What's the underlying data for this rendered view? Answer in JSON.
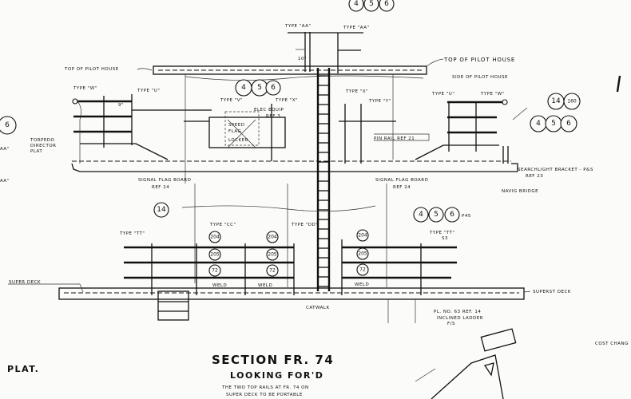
{
  "drawing": {
    "title": "SECTION FR. 74",
    "subtitle": "LOOKING FOR'D",
    "note_line1": "THE TWO TOP RAILS AT FR. 74 ON",
    "note_line2": "SUPER DECK TO BE PORTABLE",
    "plat_label": "PLAT.",
    "cost_label": "COST CHANG",
    "ref_circles": {
      "top": [
        "4",
        "5",
        "6"
      ],
      "pilot": [
        "4",
        "5",
        "6"
      ],
      "right_a": [
        "14",
        "160"
      ],
      "right_b": [
        "4",
        "5",
        "6"
      ],
      "left": "6",
      "mid_left": "14",
      "lower_right": [
        "4",
        "5",
        "6"
      ],
      "lower_right_suffix": "P45",
      "rail_top": "204",
      "rail_mid": "205",
      "rail_bot": "72"
    },
    "labels": {
      "type_aa_left": "TYPE \"AA\"",
      "type_aa_right": "TYPE \"AA\"",
      "type_aa_edge1": "AA\"",
      "type_aa_edge2": "AA\"",
      "top_pilot_left": "TOP OF PILOT HOUSE",
      "top_pilot_right": "TOP OF PILOT HOUSE",
      "side_pilot": "SIDE OF PILOT HOUSE",
      "type_w_left": "TYPE \"W\"",
      "type_u_left": "TYPE \"U\"",
      "type_v": "TYPE \"V\"",
      "type_x_left": "TYPE \"X\"",
      "elec_equip": "ELEC EQUIP",
      "elec_ref": "REF 3",
      "speed": "SPEED",
      "flag": "FLAG",
      "locker": "LOCKER",
      "type_x_right": "TYPE \"X\"",
      "type_y": "TYPE \"Y\"",
      "type_u_right": "TYPE \"U\"",
      "type_w_right": "TYPE \"W\"",
      "torpedo1": "TORPEDO",
      "torpedo2": "DIRECTOR",
      "torpedo3": "PLAT",
      "pin_rail": "PIN RAIL REF 21",
      "signal_left1": "SIGNAL FLAG BOARD",
      "signal_left2": "REF 24",
      "signal_right1": "SIGNAL FLAG BOARD",
      "signal_right2": "REF 24",
      "searchlight1": "SEARCHLIGHT BRACKET - P&S",
      "searchlight2": "REF 23",
      "navig_bridge": "NAVIG BRIDGE",
      "type_cc": "TYPE \"CC\"",
      "type_dd": "TYPE \"DD\"",
      "type_tt_left": "TYPE \"TT\"",
      "type_tt_right": "TYPE \"TT\"",
      "type_tt_right_ref": "S3",
      "weld": "WELD",
      "super_deck": "SUPER DECK",
      "superst_deck": "SUPERST DECK",
      "catwalk": "CATWALK",
      "ladder1": "PL. NO. 63 REF. 14",
      "ladder2": "INCLINED LADDER",
      "ladder3": "F/S",
      "dim_a": "9\"",
      "dim_b": "10\""
    }
  }
}
